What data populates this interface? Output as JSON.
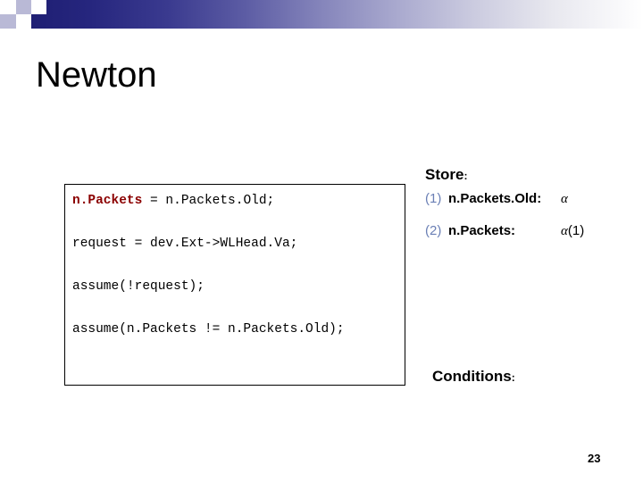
{
  "slide": {
    "title": "Newton",
    "page_number": "23"
  },
  "code_box": {
    "lines": [
      {
        "keyword": "n.Packets",
        "rest": " = n.Packets.Old;"
      },
      {
        "keyword": "",
        "rest": "request = dev.Ext->WLHead.Va;"
      },
      {
        "keyword": "",
        "rest": "assume(!request);"
      },
      {
        "keyword": "",
        "rest": "assume(n.Packets != n.Packets.Old);"
      }
    ]
  },
  "store": {
    "heading": "Store",
    "heading_colon": ":",
    "rows": [
      {
        "number": "(1)",
        "name": "n.Packets.Old:",
        "value": "α",
        "tag": ""
      },
      {
        "number": "(2)",
        "name": "n.Packets:",
        "value": "α",
        "tag": "(1)"
      }
    ]
  },
  "conditions": {
    "heading": "Conditions",
    "heading_colon": ":"
  },
  "colors": {
    "banner_dark": "#1b1b6e",
    "keyword": "#8b0000",
    "number_blue": "#6a7fb5"
  }
}
